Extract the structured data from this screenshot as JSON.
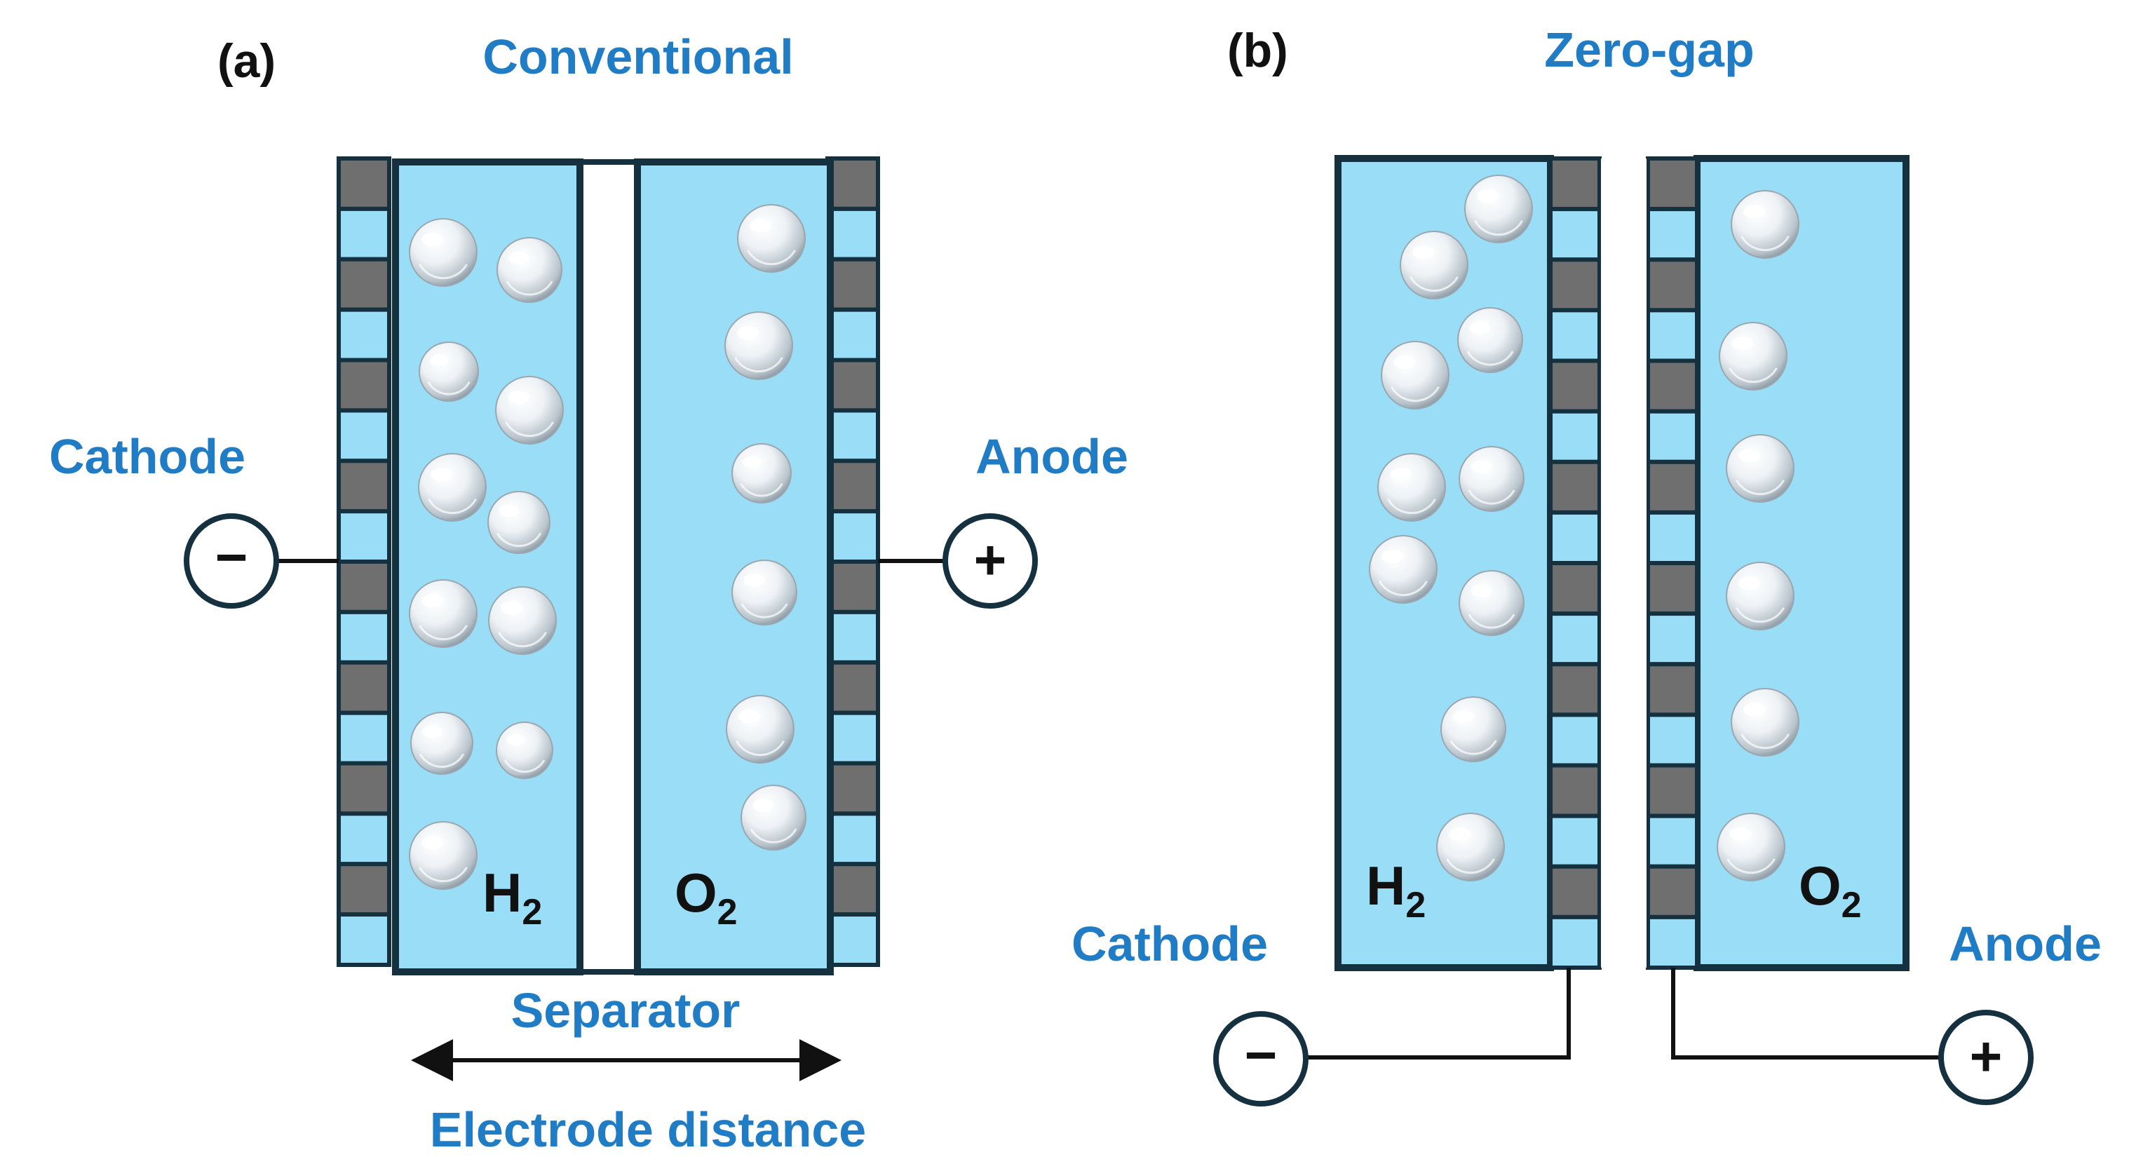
{
  "colors": {
    "electrolyte": "#99ddf6",
    "electrode_dark": "#6f6f6f",
    "electrode_light": "#99ddf6",
    "frame": "#15313f",
    "label_blue": "#1f7cc5",
    "text_black": "#111111"
  },
  "panel_a": {
    "letter": "(a)",
    "title": "Conventional",
    "cathode_label": "Cathode",
    "anode_label": "Anode",
    "minus_symbol": "−",
    "plus_symbol": "+",
    "h2_symbol": "H",
    "h2_subscript": "2",
    "o2_symbol": "O",
    "o2_subscript": "2",
    "separator_label": "Separator",
    "distance_label": "Electrode distance"
  },
  "panel_b": {
    "letter": "(b)",
    "title": "Zero-gap",
    "cathode_label": "Cathode",
    "anode_label": "Anode",
    "minus_symbol": "−",
    "plus_symbol": "+",
    "h2_symbol": "H",
    "h2_subscript": "2",
    "o2_symbol": "O",
    "o2_subscript": "2"
  }
}
